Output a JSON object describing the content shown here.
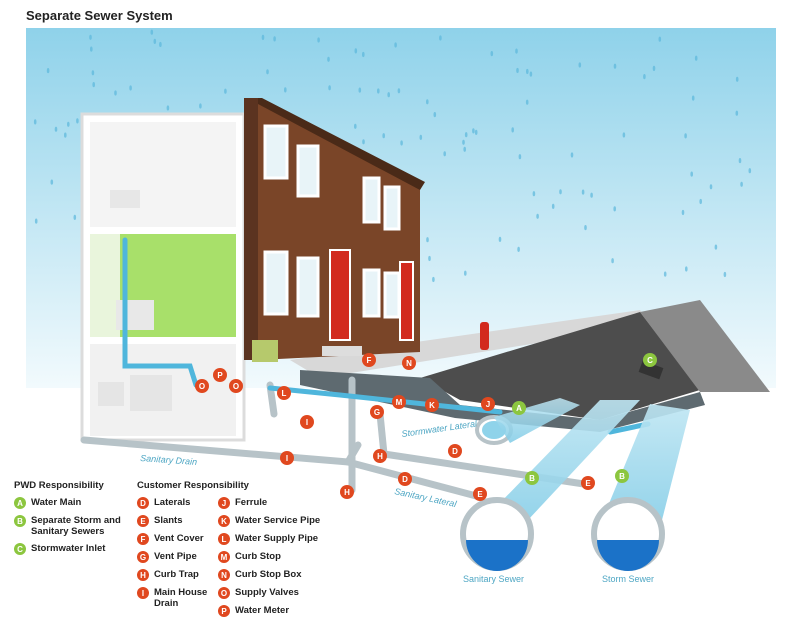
{
  "title": "Separate Sewer System",
  "diagram_labels": {
    "sanitary_drain": "Sanitary Drain",
    "stormwater_lateral": "Stormwater Lateral",
    "sanitary_lateral": "Sanitary Lateral",
    "sanitary_sewer": "Sanitary Sewer",
    "storm_sewer": "Storm Sewer"
  },
  "badges": {
    "A": "A",
    "B": "B",
    "C": "C",
    "D": "D",
    "E": "E",
    "F": "F",
    "G": "G",
    "H": "H",
    "I": "I",
    "J": "J",
    "K": "K",
    "L": "L",
    "M": "M",
    "N": "N",
    "O": "O",
    "P": "P"
  },
  "legend": {
    "pwd_title": "PWD Responsibility",
    "pwd_items": [
      {
        "letter": "A",
        "label": "Water Main"
      },
      {
        "letter": "B",
        "label": "Separate Storm and Sanitary Sewers"
      },
      {
        "letter": "C",
        "label": "Stormwater Inlet"
      }
    ],
    "customer_title": "Customer Responsibility",
    "customer_col1": [
      {
        "letter": "D",
        "label": "Laterals"
      },
      {
        "letter": "E",
        "label": "Slants"
      },
      {
        "letter": "F",
        "label": "Vent Cover"
      },
      {
        "letter": "G",
        "label": "Vent Pipe"
      },
      {
        "letter": "H",
        "label": "Curb Trap"
      },
      {
        "letter": "I",
        "label": "Main House Drain"
      }
    ],
    "customer_col2": [
      {
        "letter": "J",
        "label": "Ferrule"
      },
      {
        "letter": "K",
        "label": "Water Service Pipe"
      },
      {
        "letter": "L",
        "label": "Water Supply Pipe"
      },
      {
        "letter": "M",
        "label": "Curb Stop"
      },
      {
        "letter": "N",
        "label": "Curb Stop Box"
      },
      {
        "letter": "O",
        "label": "Supply Valves"
      },
      {
        "letter": "P",
        "label": "Water Meter"
      }
    ]
  },
  "colors": {
    "sky_top": "#8fd2ea",
    "sky_bottom": "#eef8fc",
    "brick": "#7a4528",
    "door": "#d22a1e",
    "road": "#4a4a4a",
    "pipe_gray": "#b7c3c8",
    "water_blue": "#4fb6dc",
    "badge_red": "#e0481f",
    "badge_green": "#8cc63f"
  }
}
